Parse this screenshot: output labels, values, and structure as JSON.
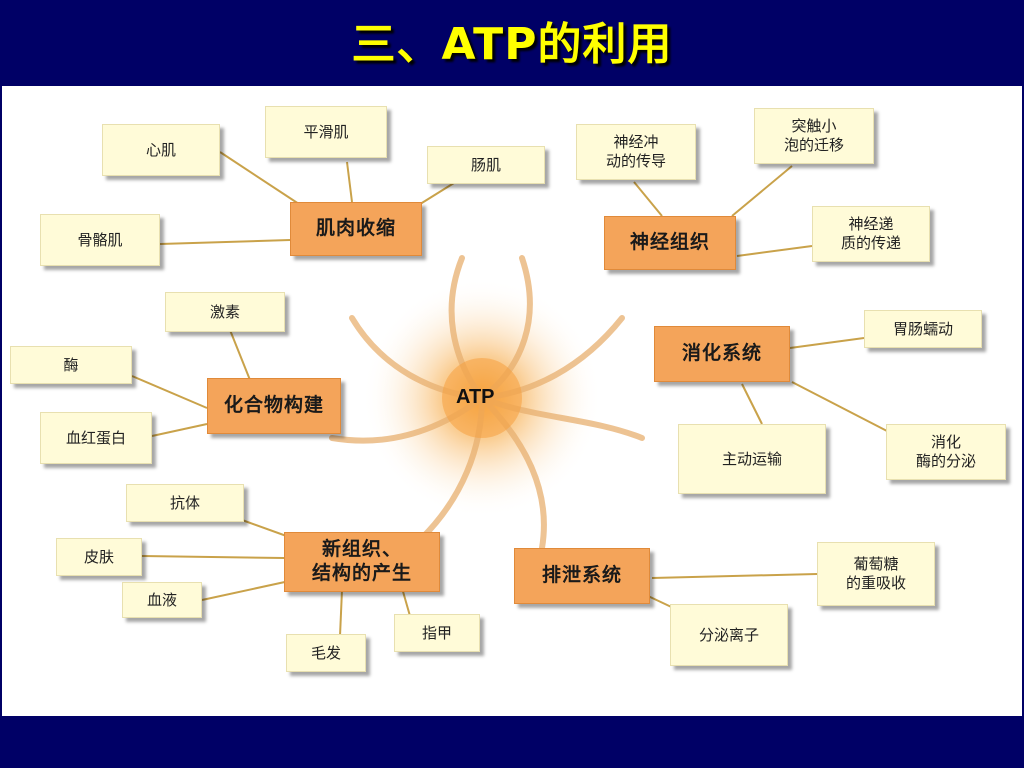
{
  "title": "三、ATP的利用",
  "center": "ATP",
  "colors": {
    "background": "#000066",
    "title": "#FFFF00",
    "hub": "#F4A45A",
    "leaf": "#FFFBD8",
    "line": "#C9A24A"
  },
  "groups": {
    "muscle": {
      "hub": "肌肉收缩",
      "leaves": [
        "心肌",
        "平滑肌",
        "肠肌",
        "骨骼肌"
      ]
    },
    "nerve": {
      "hub": "神经组织",
      "leaves": [
        "神经冲\n动的传导",
        "突触小\n泡的迁移",
        "神经递\n质的传递"
      ]
    },
    "synth": {
      "hub": "化合物构建",
      "leaves": [
        "激素",
        "酶",
        "血红蛋白"
      ]
    },
    "digest": {
      "hub": "消化系统",
      "leaves": [
        "胃肠蠕动",
        "主动运输",
        "消化\n酶的分泌"
      ]
    },
    "tissue": {
      "hub": "新组织、\n结构的产生",
      "leaves": [
        "抗体",
        "皮肤",
        "血液",
        "毛发",
        "指甲"
      ]
    },
    "excrete": {
      "hub": "排泄系统",
      "leaves": [
        "葡萄糖\n的重吸收",
        "分泌离子"
      ]
    }
  }
}
